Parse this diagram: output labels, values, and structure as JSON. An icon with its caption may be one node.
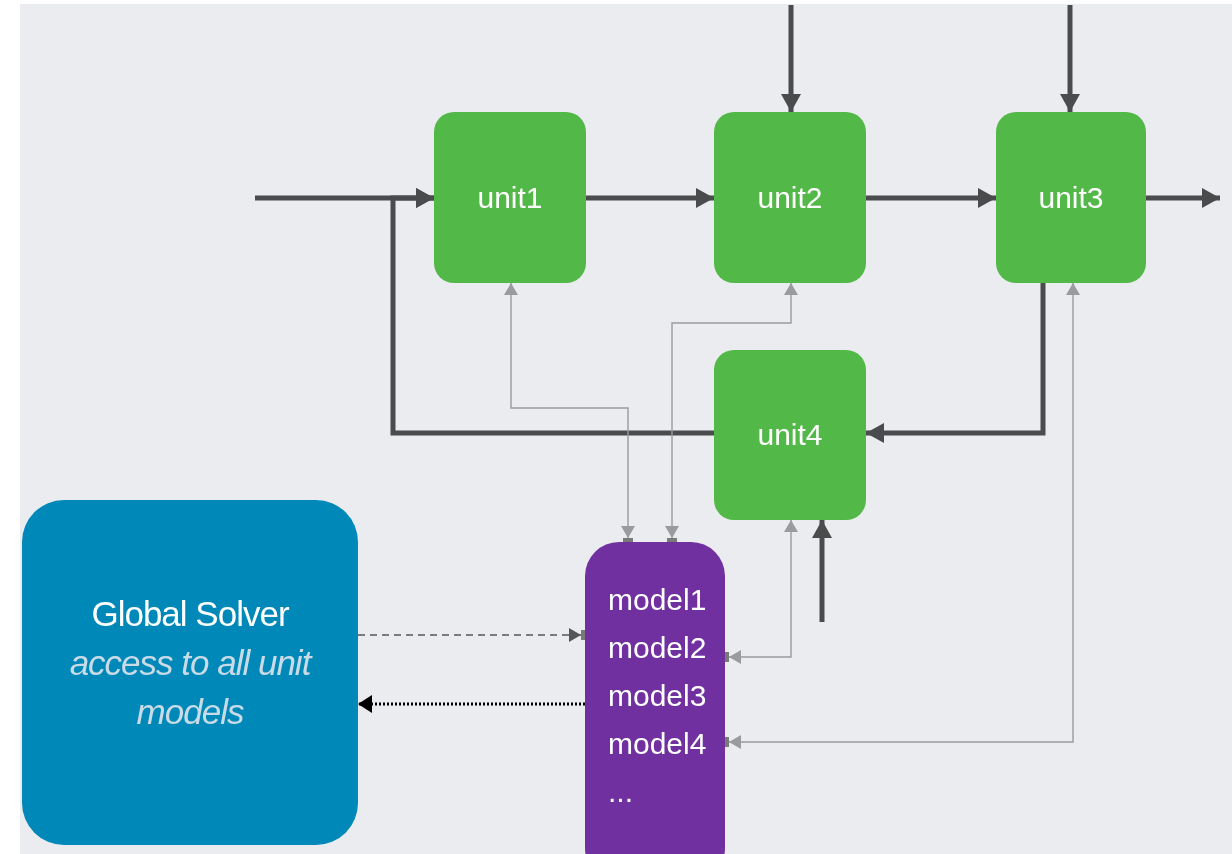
{
  "diagram": {
    "nodes": [
      {
        "text": [
          "unit1"
        ]
      },
      {
        "text": [
          "unit2"
        ]
      },
      {
        "text": [
          "unit3"
        ]
      },
      {
        "text": [
          "unit4"
        ]
      },
      {
        "text": [
          "Global Solver",
          "access to all unit models"
        ]
      },
      {
        "text": [
          "model1",
          "model2",
          "model3",
          "model4",
          "..."
        ]
      }
    ],
    "edges": [
      {
        "from": null,
        "to": 0,
        "arrow": "to"
      },
      {
        "from": 3,
        "to": 0,
        "arrow": "to"
      },
      {
        "from": 0,
        "to": 1,
        "arrow": "to"
      },
      {
        "from": 1,
        "to": 2,
        "arrow": "to"
      },
      {
        "from": 2,
        "to": null,
        "arrow": "to"
      },
      {
        "from": null,
        "to": 1,
        "arrow": "to"
      },
      {
        "from": null,
        "to": 2,
        "arrow": "to"
      },
      {
        "from": 2,
        "to": 3,
        "arrow": "to"
      },
      {
        "from": null,
        "to": 3,
        "arrow": "to"
      },
      {
        "from": 5,
        "to": 0,
        "arrow": "both",
        "color": "#9a9b9d"
      },
      {
        "from": 5,
        "to": 1,
        "arrow": "both",
        "color": "#9a9b9d"
      },
      {
        "from": 3,
        "to": 5,
        "arrow": "both",
        "color": "#9a9b9d"
      },
      {
        "from": 2,
        "to": 5,
        "arrow": "both",
        "color": "#9a9b9d"
      },
      {
        "from": 4,
        "to": 5,
        "arrow": "to",
        "style": "dashed",
        "color": "#555659"
      },
      {
        "from": 5,
        "to": 4,
        "arrow": "to",
        "style": "dashed",
        "color": "#000000"
      }
    ]
  }
}
